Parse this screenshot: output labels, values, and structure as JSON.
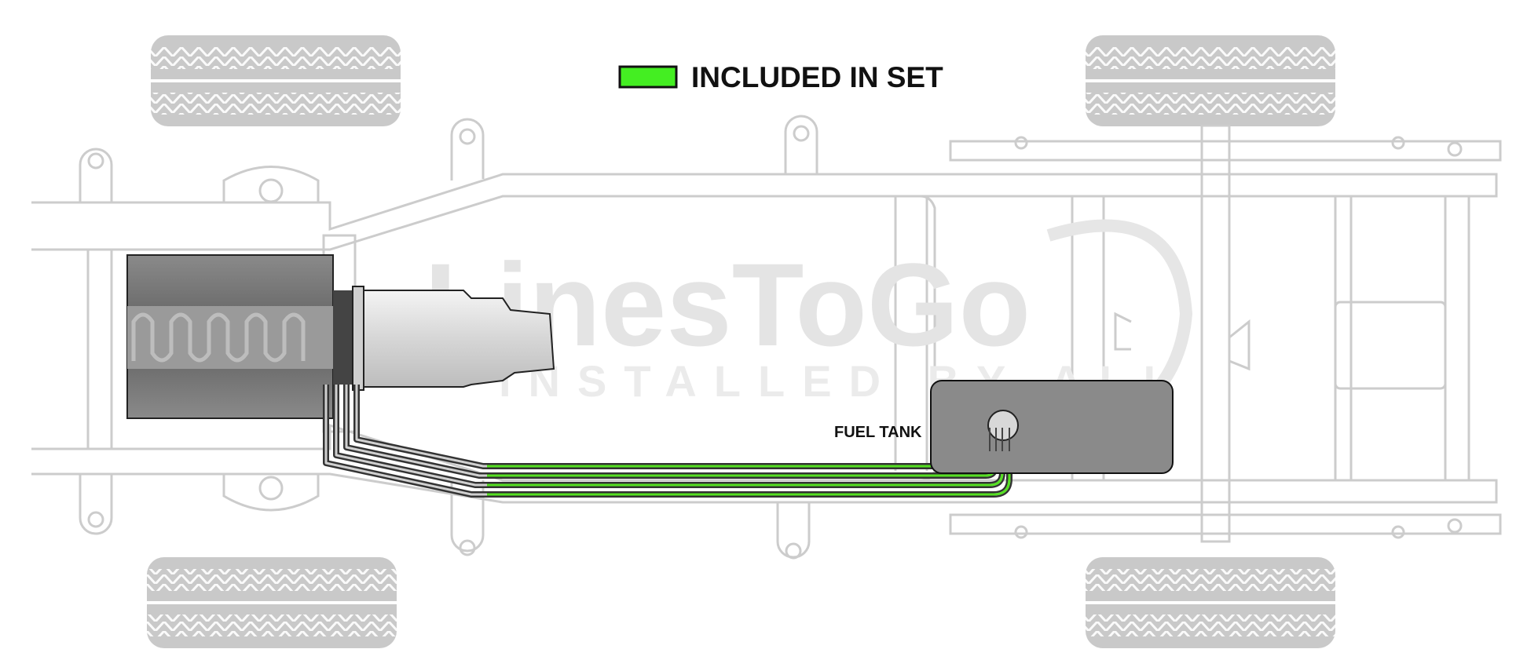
{
  "legend": {
    "label": "INCLUDED IN SET",
    "swatch_color": "#44ee22"
  },
  "watermark": {
    "main": "LinesToGo",
    "sub": "INSTALLED BY ALL"
  },
  "labels": {
    "fuel_tank": "FUEL TANK"
  },
  "colors": {
    "frame_outline": "#cccccc",
    "fuel_tank": "#8a8a8a",
    "engine_dark": "#6a6a6a",
    "transmission": "#dcdcdc",
    "line_included": "#55e022",
    "line_not_included": "#555555"
  }
}
